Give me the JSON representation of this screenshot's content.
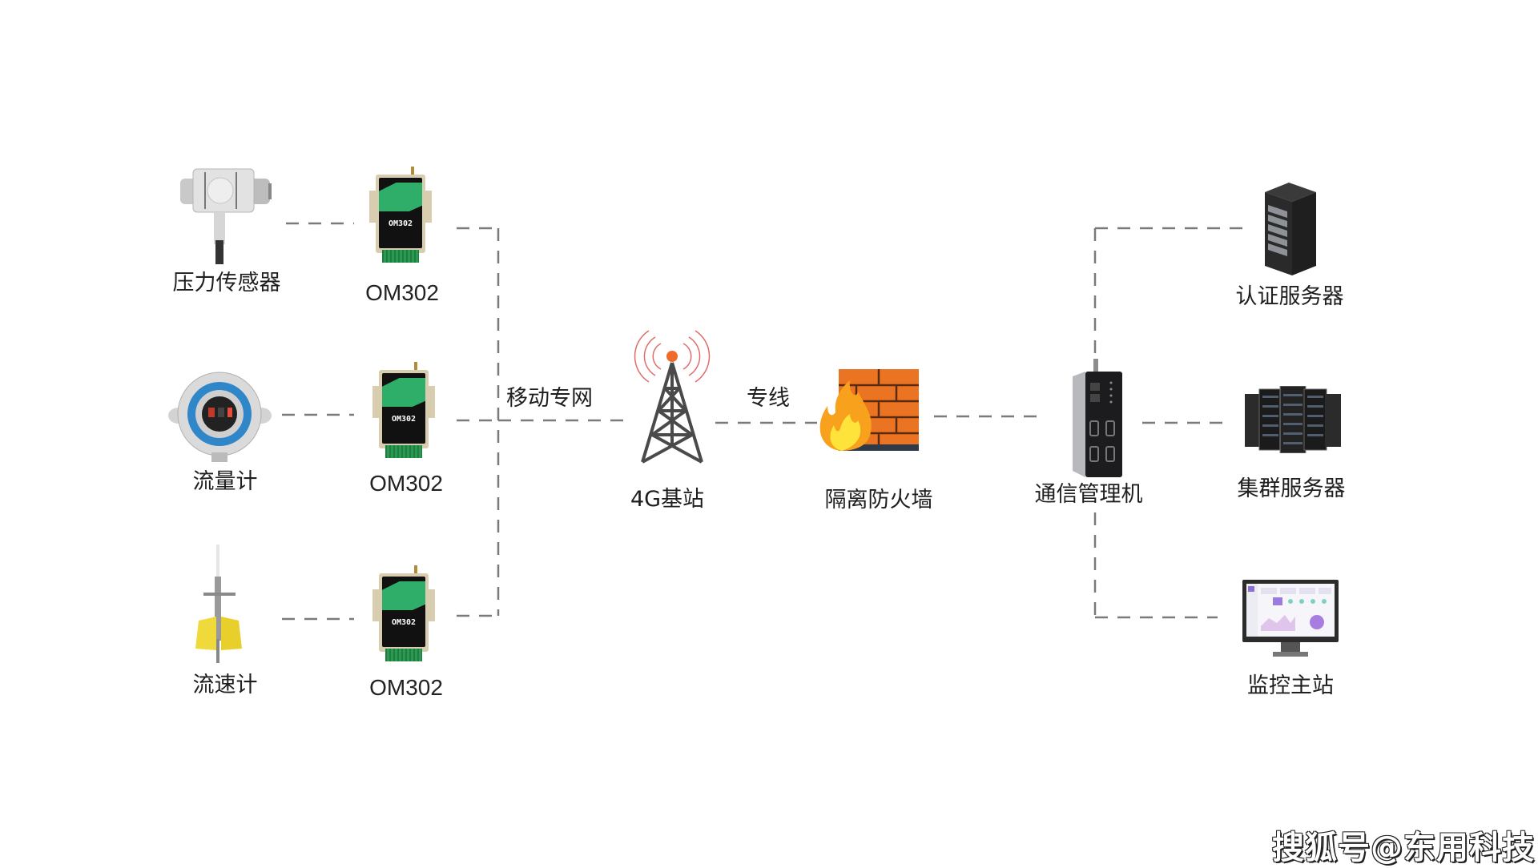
{
  "diagram": {
    "field_devices": [
      {
        "label": "压力传感器",
        "icon": "pressure-sensor-icon"
      },
      {
        "label": "流量计",
        "icon": "flow-meter-icon"
      },
      {
        "label": "流速计",
        "icon": "velocity-meter-icon"
      }
    ],
    "gateways": [
      {
        "label": "OM302",
        "device_text": "OM302"
      },
      {
        "label": "OM302",
        "device_text": "OM302"
      },
      {
        "label": "OM302",
        "device_text": "OM302"
      }
    ],
    "network": {
      "link_mobile_label": "移动专网",
      "base_station_label": "4G基站",
      "link_dedicated_label": "专线",
      "firewall_label": "隔离防火墙",
      "comm_manager_label": "通信管理机"
    },
    "servers": [
      {
        "label": "认证服务器",
        "icon": "rack-server-icon"
      },
      {
        "label": "集群服务器",
        "icon": "server-cluster-icon"
      },
      {
        "label": "监控主站",
        "icon": "monitor-icon"
      }
    ],
    "connections": [
      {
        "from": "压力传感器",
        "to": "OM302",
        "style": "dashed"
      },
      {
        "from": "流量计",
        "to": "OM302",
        "style": "dashed"
      },
      {
        "from": "流速计",
        "to": "OM302",
        "style": "dashed"
      },
      {
        "from": "OM302",
        "to": "4G基站",
        "via": "移动专网",
        "style": "dashed"
      },
      {
        "from": "4G基站",
        "to": "隔离防火墙",
        "via": "专线",
        "style": "dashed"
      },
      {
        "from": "隔离防火墙",
        "to": "通信管理机",
        "style": "dashed"
      },
      {
        "from": "通信管理机",
        "to": "认证服务器",
        "style": "dashed"
      },
      {
        "from": "通信管理机",
        "to": "集群服务器",
        "style": "dashed"
      },
      {
        "from": "通信管理机",
        "to": "监控主站",
        "style": "dashed"
      }
    ],
    "colors": {
      "line": "#7a7a7a",
      "gateway_green": "#2fae6a",
      "firewall_brick": "#e8741e",
      "flame": "#f7a21b"
    }
  },
  "watermark": "搜狐号@东用科技"
}
